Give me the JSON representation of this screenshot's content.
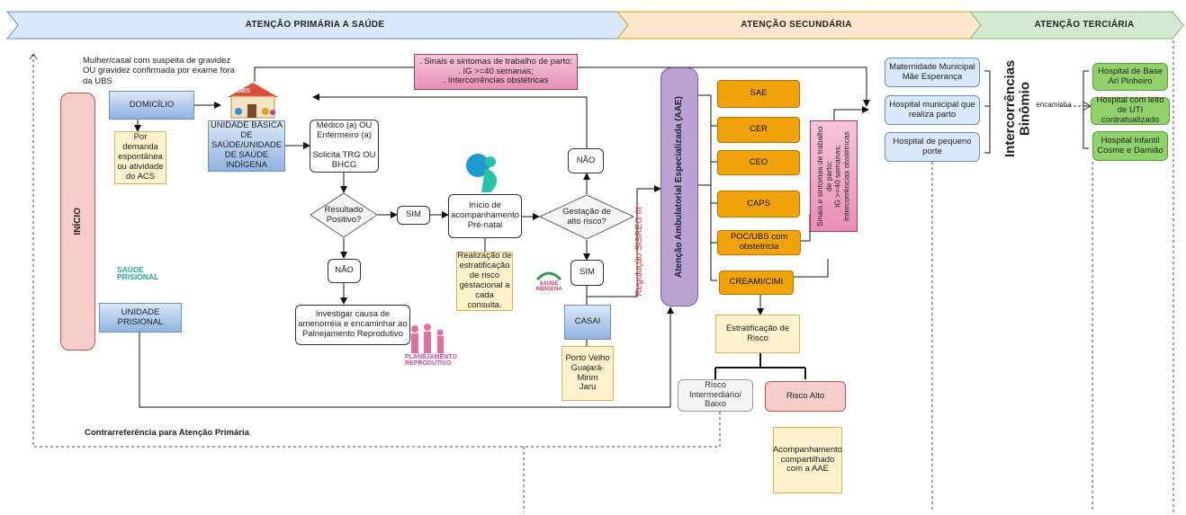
{
  "header": {
    "primary": "ATENÇÃO PRIMÁRIA A SAÚDE",
    "secondary": "ATENÇÃO SECUNDÁRIA",
    "tertiary": "ATENÇÃO TERCIÁRIA"
  },
  "inicio": "INÍCIO",
  "suspect_text": "Mulher/casal com suspeita de gravidez OU gravidez confirmada por exame fora da UBS",
  "domicilio": "DOMICÍLIO",
  "demanda": "Por demanda espontânea ou atividade do ACS",
  "ubs_logo": "UBS",
  "ubs_box": "UNIDADE BÁSICA DE SAÚDE/UNIDADE DE SAÚDE INDÍGENA",
  "medico": "Médico (a) OU Enfermeiro (a)\n\nSolicita TRG OU BHCG",
  "resultado": "Resultado Positivo?",
  "sim1": "SIM",
  "nao1": "NÃO",
  "investigar": "Investigar causa de amenorréia e encaminhar ao Palnejamento Reprodutivo",
  "planejamento_logo": "PLANEJAMENTO REPRODUTIVO",
  "inicio_acomp": "Início de acompanhamento Pré-natal",
  "realizacao": "Realização de estratificação de risco gestacional a cada consulta.",
  "gestacao": "Gestação de alto risco?",
  "nao2": "NÃO",
  "sim2": "SIM",
  "saude_indigena_logo": "SAÚDE INDÍGENA",
  "casai": "CASAI",
  "cidades": "Porto Velho\nGuajará-Mirim\nJaru",
  "saude_prisional_logo": "SAÚDE PRISIONAL",
  "unidade_prisional": "UNIDADE PRISIONAL",
  "sinais_top": ". Sinais e sintomas de trabalho de parto;\n. IG >=40 semanas;\n. Intercorrências obstétricas",
  "regulacao": "Regulação SISREG III",
  "aae": "Atenção Ambulatorial Especializada (AAE)",
  "services": [
    "SAE",
    "CER",
    "CEO",
    "CAPS",
    "POC/UBS com obstetrícia",
    "CREAMI/CIMI"
  ],
  "sinais_vertical": "Sinais e sintomas de trabalho de parto;\nIG >=40 semanas;\nIntercorrências obstétricas",
  "estratificacao": "Estratificação de Risco",
  "risco_int": "Risco Intermediário/ Baixo",
  "risco_alto": "Risco Alto",
  "acompanhamento": "Acompanhamento compartilhado com a AAE",
  "hospitals_secondary": [
    "Maternidade Municipal Mãe Esperança",
    "Hospital municipal que realiza parto",
    "Hospital de pequeno porte"
  ],
  "intercorrencias": "Intercorrências Binômio",
  "encaminha": "encaminha",
  "hospitals_tertiary": [
    "Hospital de Base Ari Pinheiro",
    "Hospital com leito de UTI contratualizado",
    "Hospital Infantil Cosme e Damião"
  ],
  "contrarreferencia": "Contrarreferência para Atenção Primária",
  "colors": {
    "primary_band": "#dae8fc",
    "secondary_band": "#ffe6cc",
    "tertiary_band": "#d5e8d4",
    "orange": "#f0a30a",
    "magenta": "#e88fb4",
    "purple": "#b9a3d3"
  }
}
